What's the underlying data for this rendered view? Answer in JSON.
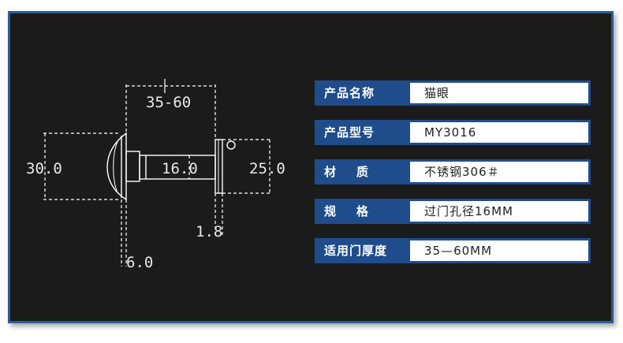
{
  "drawing": {
    "dim_door_range": "35-60",
    "dim_flange_dia": "30.0",
    "dim_body_dia": "16.0",
    "dim_nut_dia": "25.0",
    "dim_nut_thick": "1.8",
    "dim_flange_thick": "6.0"
  },
  "specs": [
    {
      "label": "产品名称",
      "value": "猫眼"
    },
    {
      "label": "产品型号",
      "value": "MY3016"
    },
    {
      "label": "材    质",
      "value": "不锈钢306＃"
    },
    {
      "label": "规    格",
      "value": "过门孔径16MM"
    },
    {
      "label": "适用门厚度",
      "value": "35—60MM"
    }
  ],
  "colors": {
    "panel": "#1b1b1b",
    "accent": "#1f4d8c",
    "border": "#2b5a9a",
    "line": "#ffffff"
  }
}
